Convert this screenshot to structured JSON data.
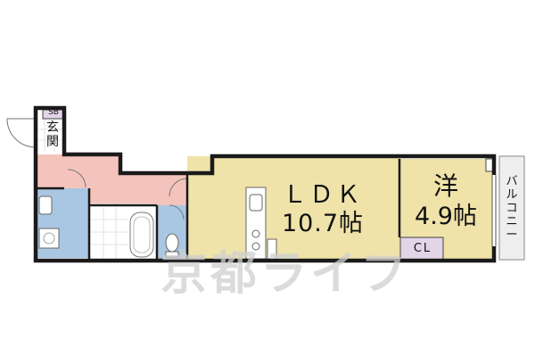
{
  "rooms": {
    "ldk": {
      "name": "ＬＤＫ",
      "size": "10.7帖",
      "color": "#efe3a9"
    },
    "western": {
      "name": "洋",
      "size": "4.9帖",
      "color": "#efe3a9"
    },
    "closet": {
      "label": "CL",
      "color": "#e3d4e8"
    },
    "shoe_box": {
      "label": "SB"
    },
    "entrance": {
      "label": "玄関"
    },
    "balcony": {
      "label": "バルコニー",
      "color": "#eeeeee"
    },
    "hallway": {
      "color": "#f4c4bc"
    },
    "wet_areas": {
      "color": "#a9c7e2"
    }
  },
  "watermark": {
    "text": "京都ライフ"
  },
  "colors": {
    "wall": "#1a1a1a",
    "outline": "#888888"
  }
}
